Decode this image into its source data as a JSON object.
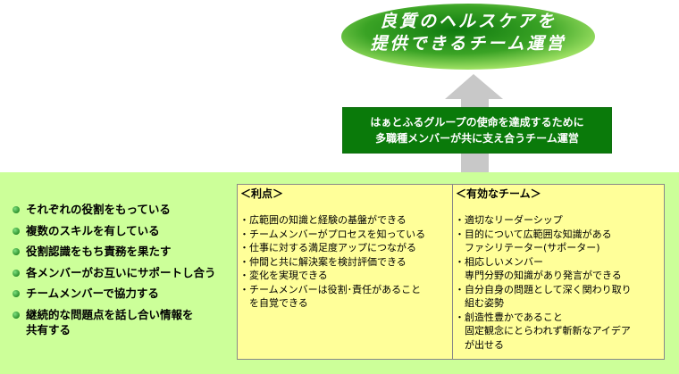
{
  "goal": {
    "line1": "良質のヘルスケアを",
    "line2": "提供できるチーム運営"
  },
  "mission": {
    "line1": "はぁとふるグループの使命を達成するために",
    "line2": "多職種メンバーが共に支え合うチーム運営"
  },
  "team_traits": [
    "それぞれの役割をもっている",
    "複数のスキルを有している",
    "役割認識をもち責務を果たす",
    "各メンバーがお互いにサポートし合う",
    "チームメンバーで協力する",
    "継続的な問題点を話し合い情報を",
    "共有する"
  ],
  "benefits": {
    "title": "＜利点＞",
    "items": [
      "・広範囲の知識と経験の基盤ができる",
      "・チームメンバーがプロセスを知っている",
      "・仕事に対する満足度アップにつながる",
      "・仲間と共に解決案を検討評価できる",
      "・変化を実現できる",
      "・チームメンバーは役割･責任があること",
      "　を自覚できる"
    ]
  },
  "effective_team": {
    "title": "＜有効なチーム＞",
    "items": [
      "・適切なリーダーシップ",
      "・目的について広範囲な知識がある",
      "　ファシリテーター(サポーター)",
      "・相応しいメンバー",
      "　専門分野の知識があり発言ができる",
      "・自分自身の問題として深く関わり取り",
      "　組む姿勢",
      "・創造性豊かであること",
      "　固定観念にとらわれず斬新なアイデア",
      "　が出せる"
    ]
  },
  "colors": {
    "band": "#ccff99",
    "ellipse_dark": "#0f7a0f",
    "ellipse_light": "#9fe35a",
    "mission_bg": "#0a7a0a",
    "box_bg": "#ffff99",
    "arrow": "#c8c8c8"
  }
}
